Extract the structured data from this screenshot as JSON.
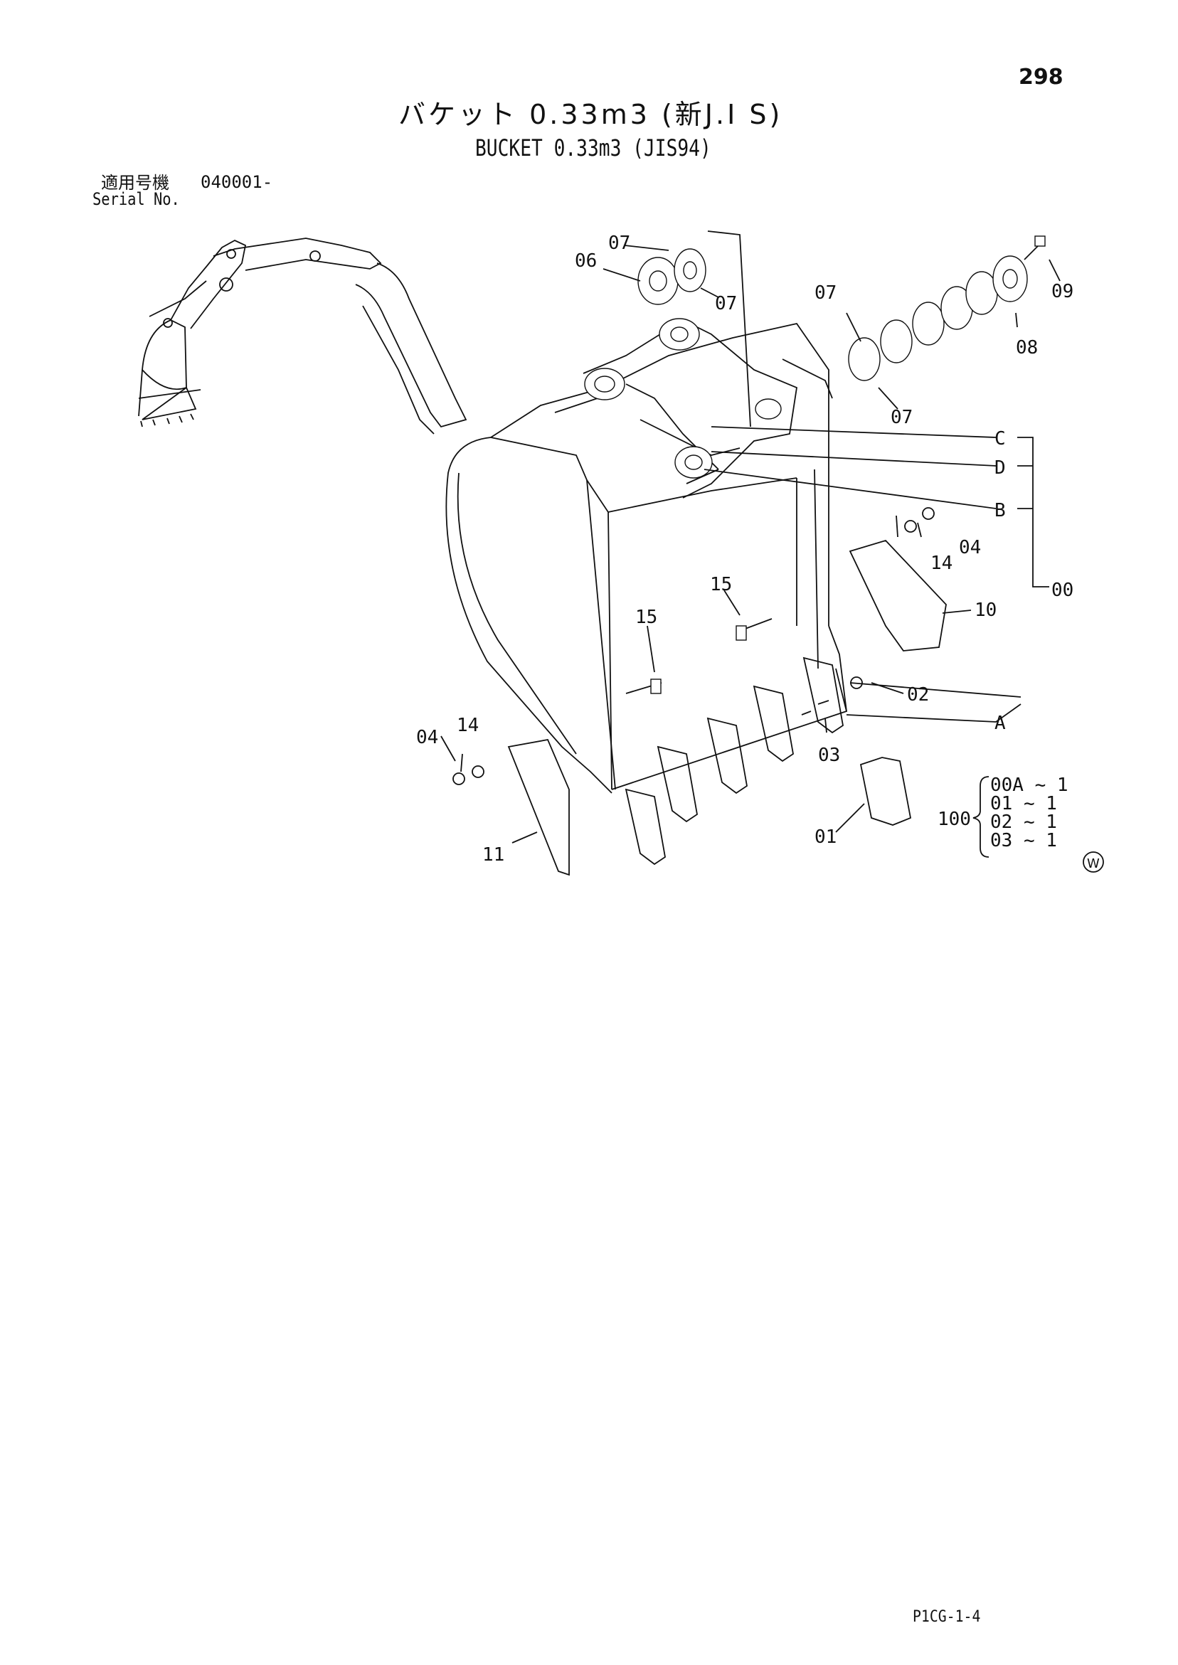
{
  "page_number": "298",
  "title_jp": "バケット 0.33m3 (新J.I S)",
  "title_en": "BUCKET 0.33m3 (JIS94)",
  "serial": {
    "label_jp": "適用号機",
    "value": "040001-",
    "label_en": "Serial No."
  },
  "callouts": {
    "c06": "06",
    "c07a": "07",
    "c07b": "07",
    "c07c": "07",
    "c07d": "07",
    "c08": "08",
    "c09": "09",
    "cC": "C",
    "cD": "D",
    "cB": "B",
    "c00": "00",
    "c04a": "04",
    "c14a": "14",
    "c10": "10",
    "c15a": "15",
    "c15b": "15",
    "c02": "02",
    "cA": "A",
    "c03": "03",
    "c04b": "04",
    "c14b": "14",
    "c11": "11",
    "c01": "01"
  },
  "kit": {
    "number": "100",
    "items": [
      "00A ~ 1",
      "01  ~ 1",
      "02  ~ 1",
      "03  ~ 1"
    ]
  },
  "w_mark": "W",
  "footer_code": "P1CG-1-4"
}
